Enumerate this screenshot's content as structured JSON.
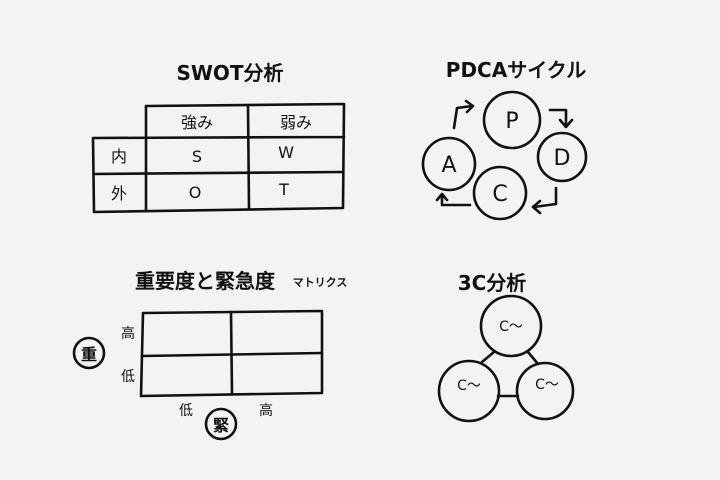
{
  "swot": {
    "title": "SWOT分析",
    "col_headers": [
      "強み",
      "弱み"
    ],
    "row_headers": [
      "内",
      "外"
    ],
    "cells": [
      [
        "S",
        "W"
      ],
      [
        "O",
        "T"
      ]
    ]
  },
  "pdca": {
    "title": "PDCAサイクル",
    "steps": [
      "P",
      "D",
      "C",
      "A"
    ]
  },
  "matrix": {
    "title": "重要度と緊急度",
    "title_suffix": "マトリクス",
    "y_axis_label": "重",
    "y_high": "高",
    "y_low": "低",
    "x_axis_label": "緊",
    "x_low": "低",
    "x_high": "高"
  },
  "three_c": {
    "title": "3C分析",
    "nodes": [
      "C〜",
      "C〜",
      "C〜"
    ]
  }
}
